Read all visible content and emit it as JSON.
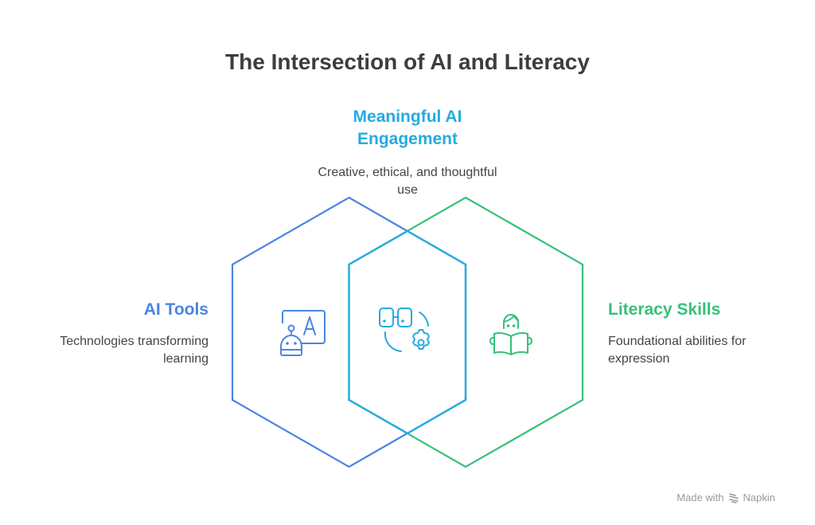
{
  "title": "The Intersection of AI and Literacy",
  "sections": {
    "top": {
      "title": "Meaningful AI Engagement",
      "description": "Creative, ethical, and thoughtful use",
      "icon": "glasses-gear-icon",
      "color": "#25ABDF"
    },
    "left": {
      "title": "AI Tools",
      "description": "Technologies transforming learning",
      "icon": "robot-screen-icon",
      "color": "#4B84E1"
    },
    "right": {
      "title": "Literacy Skills",
      "description": "Foundational abilities for expression",
      "icon": "reading-person-icon",
      "color": "#35C17A"
    }
  },
  "footer": {
    "made_with": "Made with",
    "brand": "Napkin",
    "icon": "napkin-logo-icon"
  }
}
